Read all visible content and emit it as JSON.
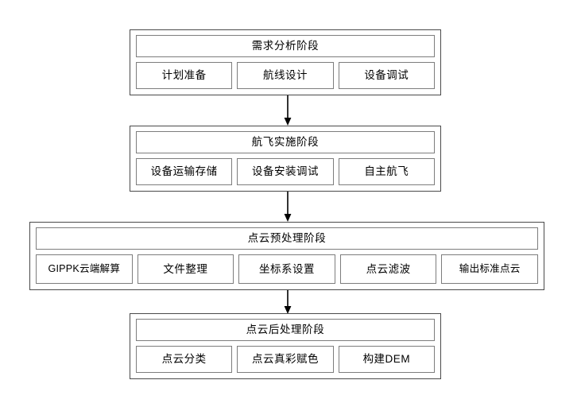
{
  "diagram": {
    "type": "vertical-flowchart",
    "orientation": "top-to-bottom",
    "background_color": "#ffffff",
    "frame_border_color": "#4a4a4a",
    "box_border_color": "#7d7d7d",
    "text_color": "#000000",
    "stage_count": 4,
    "connector_count": 3,
    "connector_style": "vertical-line-with-down-arrowhead"
  },
  "stages": [
    {
      "id": "requirement-analysis",
      "title": "需求分析阶段",
      "steps": [
        {
          "label": "计划准备"
        },
        {
          "label": "航线设计"
        },
        {
          "label": "设备调试"
        }
      ]
    },
    {
      "id": "flight-implementation",
      "title": "航飞实施阶段",
      "steps": [
        {
          "label": "设备运输存储"
        },
        {
          "label": "设备安装调试"
        },
        {
          "label": "自主航飞"
        }
      ]
    },
    {
      "id": "point-cloud-preprocessing",
      "title": "点云预处理阶段",
      "steps": [
        {
          "label": "GIPPK云端解算"
        },
        {
          "label": "文件整理"
        },
        {
          "label": "坐标系设置"
        },
        {
          "label": "点云滤波"
        },
        {
          "label": "输出标准点云"
        }
      ]
    },
    {
      "id": "point-cloud-postprocessing",
      "title": "点云后处理阶段",
      "steps": [
        {
          "label": "点云分类"
        },
        {
          "label": "点云真彩赋色"
        },
        {
          "label": "构建DEM"
        }
      ]
    }
  ],
  "connectors": [
    {
      "id": "connector-1",
      "from": "requirement-analysis",
      "to": "flight-implementation",
      "icon": "down-arrow-icon"
    },
    {
      "id": "connector-2",
      "from": "flight-implementation",
      "to": "point-cloud-preprocessing",
      "icon": "down-arrow-icon"
    },
    {
      "id": "connector-3",
      "from": "point-cloud-preprocessing",
      "to": "point-cloud-postprocessing",
      "icon": "down-arrow-icon"
    }
  ]
}
